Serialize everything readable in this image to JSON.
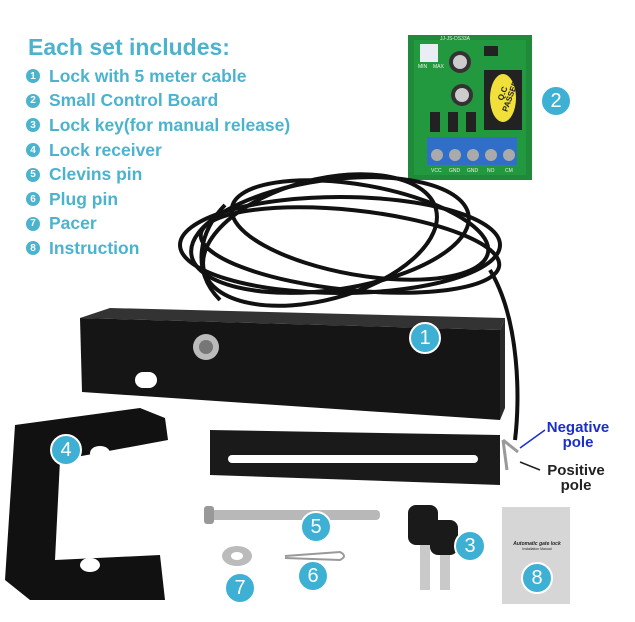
{
  "heading": "Each set includes:",
  "items": [
    {
      "num": "1",
      "label": "Lock with 5 meter cable"
    },
    {
      "num": "2",
      "label": "Small Control Board"
    },
    {
      "num": "3",
      "label": "Lock key(for manual release)"
    },
    {
      "num": "4",
      "label": "Lock receiver"
    },
    {
      "num": "5",
      "label": "Clevins pin"
    },
    {
      "num": "6",
      "label": "Plug pin"
    },
    {
      "num": "7",
      "label": "Pacer"
    },
    {
      "num": "8",
      "label": "Instruction"
    }
  ],
  "callouts": {
    "negative": "Negative pole",
    "positive": "Positive pole"
  },
  "board": {
    "model": "JJ-JS-DS33A",
    "trim_min": "MIN",
    "trim_max": "MAX",
    "qc": "Q.C PASSED",
    "terminals": [
      "VCC",
      "GND",
      "GND",
      "NO",
      "CM"
    ]
  },
  "manual": {
    "title": "Automatic gate lock",
    "subtitle": "Installation Manual"
  },
  "colors": {
    "accent": "#4cb3cf",
    "negative": "#1a2fc9",
    "board": "#1f8a3a",
    "terminal": "#2f6fc8"
  }
}
